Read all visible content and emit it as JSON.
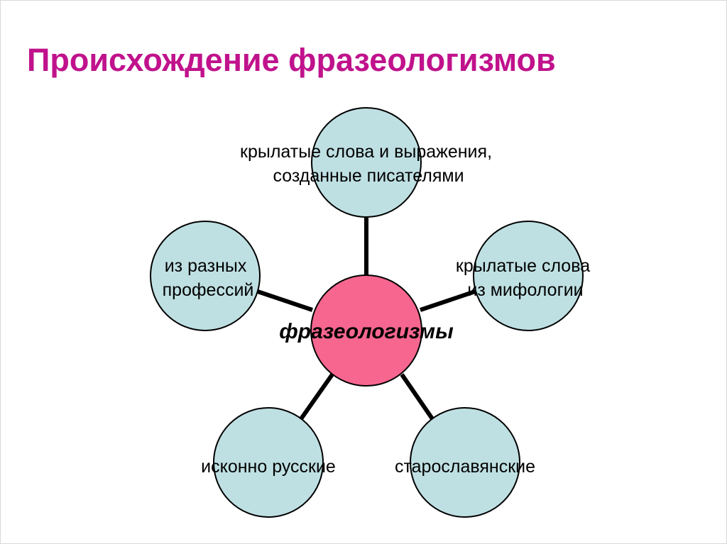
{
  "title": "Происхождение фразеологизмов",
  "colors": {
    "title": "#c0128c",
    "outer_circle_fill": "#bfe0e3",
    "center_circle_fill": "#f7668f",
    "outline": "#000000"
  },
  "center": {
    "label": "фразеологизмы"
  },
  "nodes": [
    {
      "id": "writers",
      "lines": [
        "крылатые слова и выражения,",
        "созданные писателями"
      ]
    },
    {
      "id": "mythology",
      "lines": [
        "крылатые слова",
        "из мифологии"
      ]
    },
    {
      "id": "old-slavonic",
      "lines": [
        "старославянские"
      ]
    },
    {
      "id": "native-russian",
      "lines": [
        "исконно русские"
      ]
    },
    {
      "id": "professions",
      "lines": [
        "из разных",
        "профессий"
      ]
    }
  ]
}
